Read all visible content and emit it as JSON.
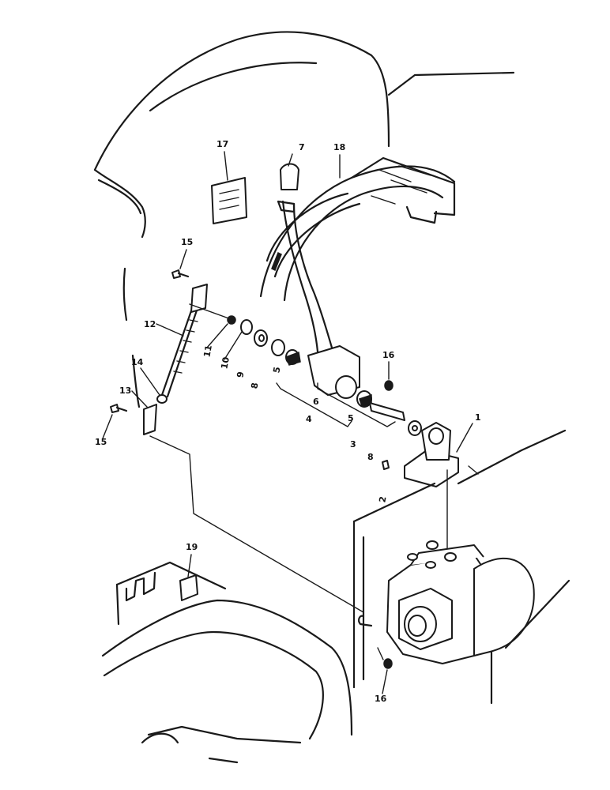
{
  "callouts": {
    "c1": "1",
    "c2": "2",
    "c3": "3",
    "c4": "4",
    "c5a": "5",
    "c5b": "5",
    "c6": "6",
    "c7": "7",
    "c8a": "8",
    "c8b": "8",
    "c9": "9",
    "c10": "10",
    "c11": "11",
    "c12": "12",
    "c13": "13",
    "c14": "14",
    "c15a": "15",
    "c15b": "15",
    "c16a": "16",
    "c16b": "16",
    "c17": "17",
    "c18": "18",
    "c19": "19"
  },
  "colors": {
    "ink": "#1a1a1a",
    "paper": "#ffffff"
  }
}
